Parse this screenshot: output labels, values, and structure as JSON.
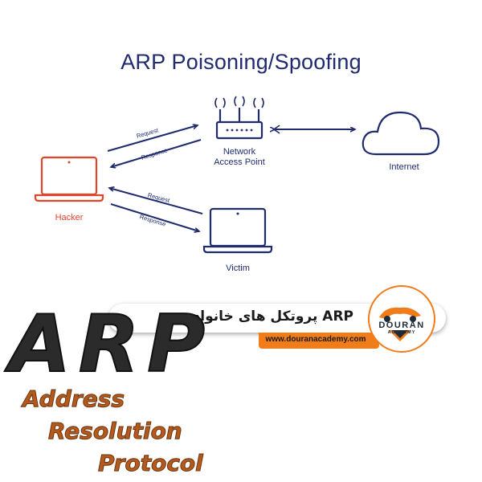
{
  "title": "ARP Poisoning/Spoofing",
  "nodes": {
    "access_point": "Network\nAccess Point",
    "internet": "Internet",
    "hacker": "Hacker",
    "victim": "Victim"
  },
  "arrows": {
    "top_request": "Request",
    "top_response": "Response",
    "bottom_request": "Request",
    "bottom_response": "Response"
  },
  "banner": {
    "text": "پروتکل های خانواده ARP",
    "url": "www.douranacademy.com",
    "logo_name": "DOURAN",
    "logo_sub": "ACADEMY"
  },
  "overlay": {
    "acronym": "ARP",
    "line1": "Address",
    "line2": "Resolution",
    "line3": "Protocol"
  },
  "colors": {
    "diagram": "#1f2b6e",
    "hacker": "#e0442b",
    "accent": "#f07d1a"
  }
}
